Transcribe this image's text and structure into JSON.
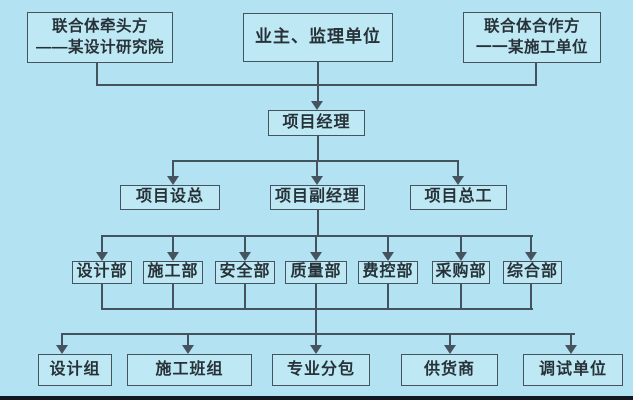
{
  "diagram": {
    "type": "org-chart",
    "colors": {
      "background": "#b3e2f2",
      "box_fill": "#bfe8f5",
      "line": "#44535d",
      "text": "#273238",
      "bottom_bar": "#131722"
    },
    "nodes": {
      "lead_party": {
        "line1": "联合体牵头方",
        "line2": "——某设计研究院"
      },
      "owner_supervisor": {
        "label": "业主、监理单位"
      },
      "partner": {
        "line1": "联合体合作方",
        "line2": "一一某施工单位"
      },
      "project_manager": {
        "label": "项目经理"
      },
      "design_director": {
        "label": "项目设总"
      },
      "deputy_manager": {
        "label": "项目副经理"
      },
      "chief_engineer": {
        "label": "项目总工"
      },
      "departments": [
        "设计部",
        "施工部",
        "安全部",
        "质量部",
        "费控部",
        "采购部",
        "综合部"
      ],
      "teams": [
        "设计组",
        "施工班组",
        "专业分包",
        "供货商",
        "调试单位"
      ]
    }
  }
}
